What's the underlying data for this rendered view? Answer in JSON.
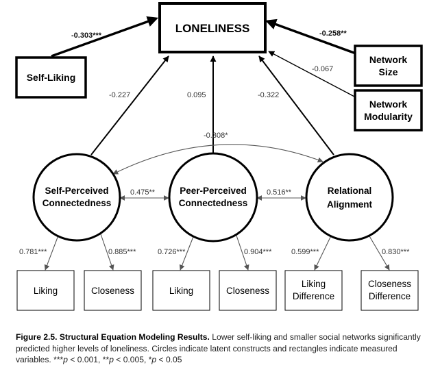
{
  "diagram": {
    "outcome": {
      "label": "LONELINESS"
    },
    "predictors": {
      "self_liking": {
        "label": "Self-Liking",
        "coef": "-0.303***"
      },
      "network_size": {
        "label_line1": "Network",
        "label_line2": "Size",
        "coef": "-0.258**"
      },
      "network_modularity": {
        "label_line1": "Network",
        "label_line2": "Modularity",
        "coef": "-0.067"
      }
    },
    "latent": {
      "self_perceived": {
        "label_line1": "Self-Perceived",
        "label_line2": "Connectedness",
        "coef_to_loneliness": "-0.227"
      },
      "peer_perceived": {
        "label_line1": "Peer-Perceived",
        "label_line2": "Connectedness",
        "coef_to_loneliness": "0.095"
      },
      "relational": {
        "label_line1": "Relational",
        "label_line2": "Alignment",
        "coef_to_loneliness": "-0.322"
      }
    },
    "correlations": {
      "self_peer": "0.475**",
      "peer_relational": "0.516**",
      "self_relational": "-0.308*"
    },
    "observed": {
      "liking_1": {
        "label": "Liking",
        "loading": "0.781***"
      },
      "closeness_1": {
        "label": "Closeness",
        "loading": "0.885***"
      },
      "liking_2": {
        "label": "Liking",
        "loading": "0.726***"
      },
      "closeness_2": {
        "label": "Closeness",
        "loading": "0.904***"
      },
      "liking_diff": {
        "label_line1": "Liking",
        "label_line2": "Difference",
        "loading": "0.599***"
      },
      "closeness_diff": {
        "label_line1": "Closeness",
        "label_line2": "Difference",
        "loading": "0.830***"
      }
    }
  },
  "caption": {
    "title": "Figure 2.5. Structural Equation Modeling Results.",
    "text": " Lower self-liking and smaller social networks significantly predicted higher levels of loneliness. Circles indicate latent constructs and rectangles indicate measured variables. ",
    "sig_p1_stars": "***",
    "p_letter": "p",
    "sig_p1_value": " < 0.001, ",
    "sig_p2_stars": "**",
    "sig_p2_value": " < 0.005, ",
    "sig_p3_stars": "*",
    "sig_p3_value": " < 0.05"
  }
}
